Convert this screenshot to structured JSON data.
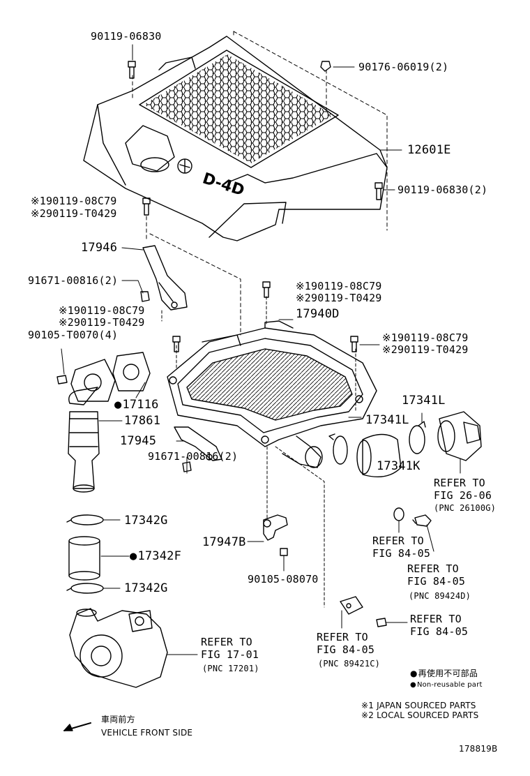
{
  "labels": {
    "p_90119_06830_top": "90119-06830",
    "p_90176_06019": "90176-06019(2)",
    "p_12601e": "12601E",
    "p_90119_06830_2": "90119-06830(2)",
    "p_left_top_1": "※190119-08C79",
    "p_left_top_2": "※290119-T0429",
    "p_17946": "17946",
    "p_91671_top": "91671-00816(2)",
    "p_mid_1": "※190119-08C79",
    "p_mid_2": "※290119-T0429",
    "p_17940d": "17940D",
    "p_left2_1": "※190119-08C79",
    "p_left2_2": "※290119-T0429",
    "p_90105_t0070": "90105-T0070(4)",
    "p_right_1": "※190119-08C79",
    "p_right_2": "※290119-T0429",
    "p_17116": "17116",
    "p_17861": "17861",
    "p_17341l_top": "17341L",
    "p_17341l_mid": "17341L",
    "p_17945": "17945",
    "p_91671_bot": "91671-00816(2)",
    "p_17341k": "17341K",
    "ref_26_1": "REFER TO",
    "ref_26_2": "FIG 26-06",
    "ref_26_3": "(PNC 26100G)",
    "p_17342g_top": "17342G",
    "p_17947b": "17947B",
    "ref_84a_1": "REFER TO",
    "ref_84a_2": "FIG 84-05",
    "p_17342f": "17342F",
    "ref_84b_1": "REFER TO",
    "ref_84b_2": "FIG 84-05",
    "ref_84b_3": "(PNC 89424D)",
    "p_90105_08070": "90105-08070",
    "p_17342g_bot": "17342G",
    "ref_84c_1": "REFER TO",
    "ref_84c_2": "FIG 84-05",
    "ref_84d_1": "REFER TO",
    "ref_84d_2": "FIG 84-05",
    "ref_84d_3": "(PNC 89421C)",
    "ref_17_1": "REFER TO",
    "ref_17_2": "FIG 17-01",
    "ref_17_3": "(PNC 17201)"
  },
  "legend": {
    "nonreusable_jp": "再使用不可部品",
    "nonreusable_en": "Non-reusable part",
    "note1": "※1 JAPAN SOURCED PARTS",
    "note2": "※2 LOCAL SOURCED PARTS",
    "front_jp": "車両前方",
    "front_en": "VEHICLE FRONT SIDE",
    "figure_id": "178819B"
  },
  "cover_logo": "D-4D"
}
